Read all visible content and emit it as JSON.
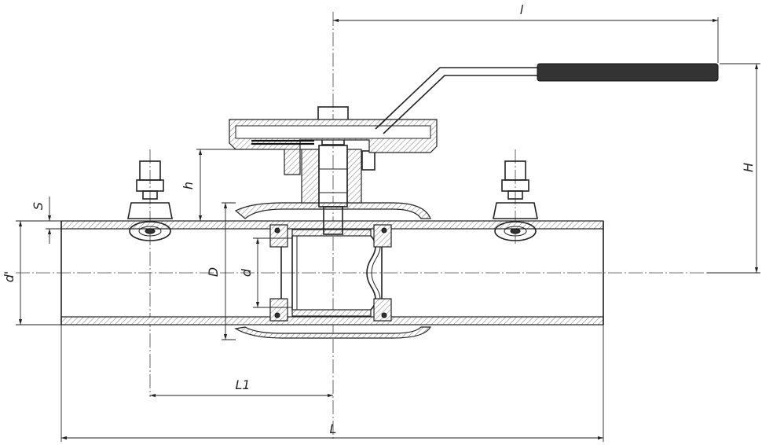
{
  "dimension_labels": {
    "handle_length": "l",
    "overall_height": "H",
    "stem_height": "h",
    "wall_thickness": "S",
    "pipe_outer_diameter": "d'",
    "body_diameter": "D",
    "bore_diameter": "d",
    "half_length": "L1",
    "overall_length": "L"
  }
}
